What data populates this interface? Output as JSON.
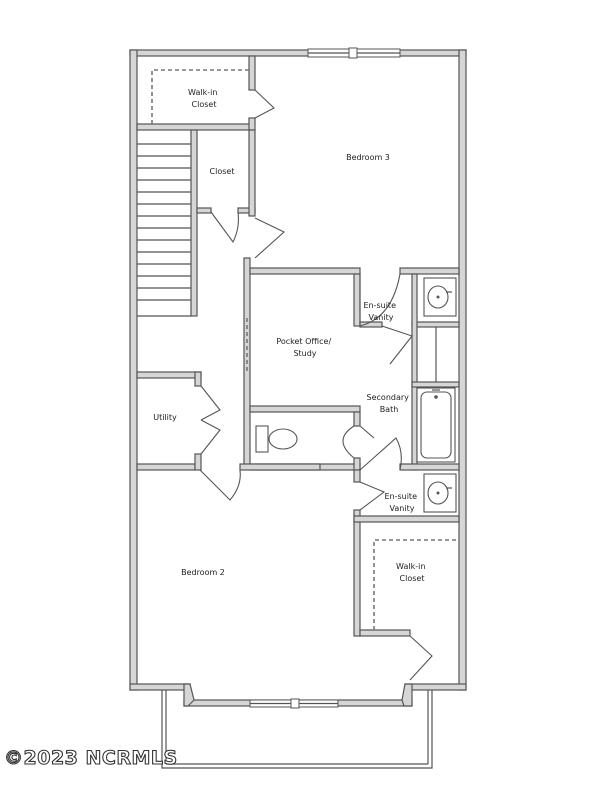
{
  "rooms": {
    "walkin_closet_top": [
      "Walk-in",
      "Closet"
    ],
    "closet": [
      "Closet"
    ],
    "bedroom3": [
      "Bedroom 3"
    ],
    "ensuite_vanity_top": [
      "En-suite",
      "Vanity"
    ],
    "pocket_office": [
      "Pocket Office/",
      "Study"
    ],
    "secondary_bath": [
      "Secondary",
      "Bath"
    ],
    "utility": [
      "Utility"
    ],
    "ensuite_vanity_bottom": [
      "En-suite",
      "Vanity"
    ],
    "bedroom2": [
      "Bedroom 2"
    ],
    "walkin_closet_bottom": [
      "Walk-in",
      "Closet"
    ]
  },
  "watermark": "©2023 NCRMLS"
}
